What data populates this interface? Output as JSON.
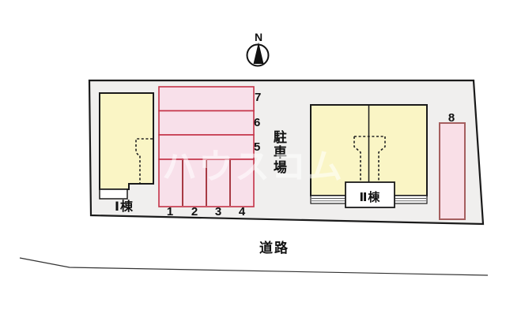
{
  "compass": {
    "north_label": "N"
  },
  "buildings": [
    {
      "label": "Ⅰ棟"
    },
    {
      "label": "Ⅱ棟"
    }
  ],
  "parking": {
    "area_label": "駐車場",
    "row_labels": [
      "7",
      "6",
      "5"
    ],
    "stall_labels": [
      "1",
      "2",
      "3",
      "4"
    ],
    "stall8_label": "8"
  },
  "road": {
    "label": "道路"
  },
  "watermark": {
    "text": "ハウスコム"
  },
  "colors": {
    "site_fill": "#f0efee",
    "site_border": "#1a1a1a",
    "building_fill": "#faf5c5",
    "building_border": "#1a1a1a",
    "parking_fill": "#f8e0ea",
    "parking_border": "#c43247",
    "stall_divider": "#a83a44",
    "stall8_fill": "#f9dfe7",
    "stall8_border": "#a55f5f",
    "watermark_color": "#ffffff"
  }
}
